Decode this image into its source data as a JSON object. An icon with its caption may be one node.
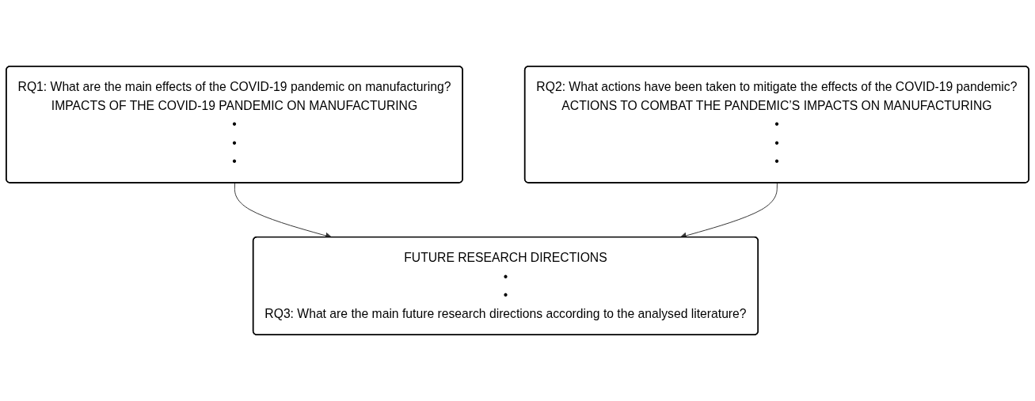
{
  "diagram": {
    "nodes": [
      {
        "text": [
          "RQ1: What are the main effects of the COVID-19 pandemic on manufacturing?",
          "IMPACTS OF THE COVID-19 PANDEMIC ON MANUFACTURING",
          "•",
          "•",
          "•"
        ]
      },
      {
        "text": [
          "RQ2: What actions have been taken to mitigate the effects of the COVID-19 pandemic?",
          "ACTIONS TO COMBAT THE PANDEMIC’S IMPACTS ON MANUFACTURING",
          "•",
          "•",
          "•"
        ]
      },
      {
        "text": [
          "FUTURE RESEARCH DIRECTIONS",
          "•",
          "•",
          "RQ3: What are the main future research directions according to the analysed literature?"
        ]
      }
    ],
    "edges": [
      {
        "from": 0,
        "to": 2,
        "arrow": "to"
      },
      {
        "from": 1,
        "to": 2,
        "arrow": "to"
      }
    ]
  }
}
